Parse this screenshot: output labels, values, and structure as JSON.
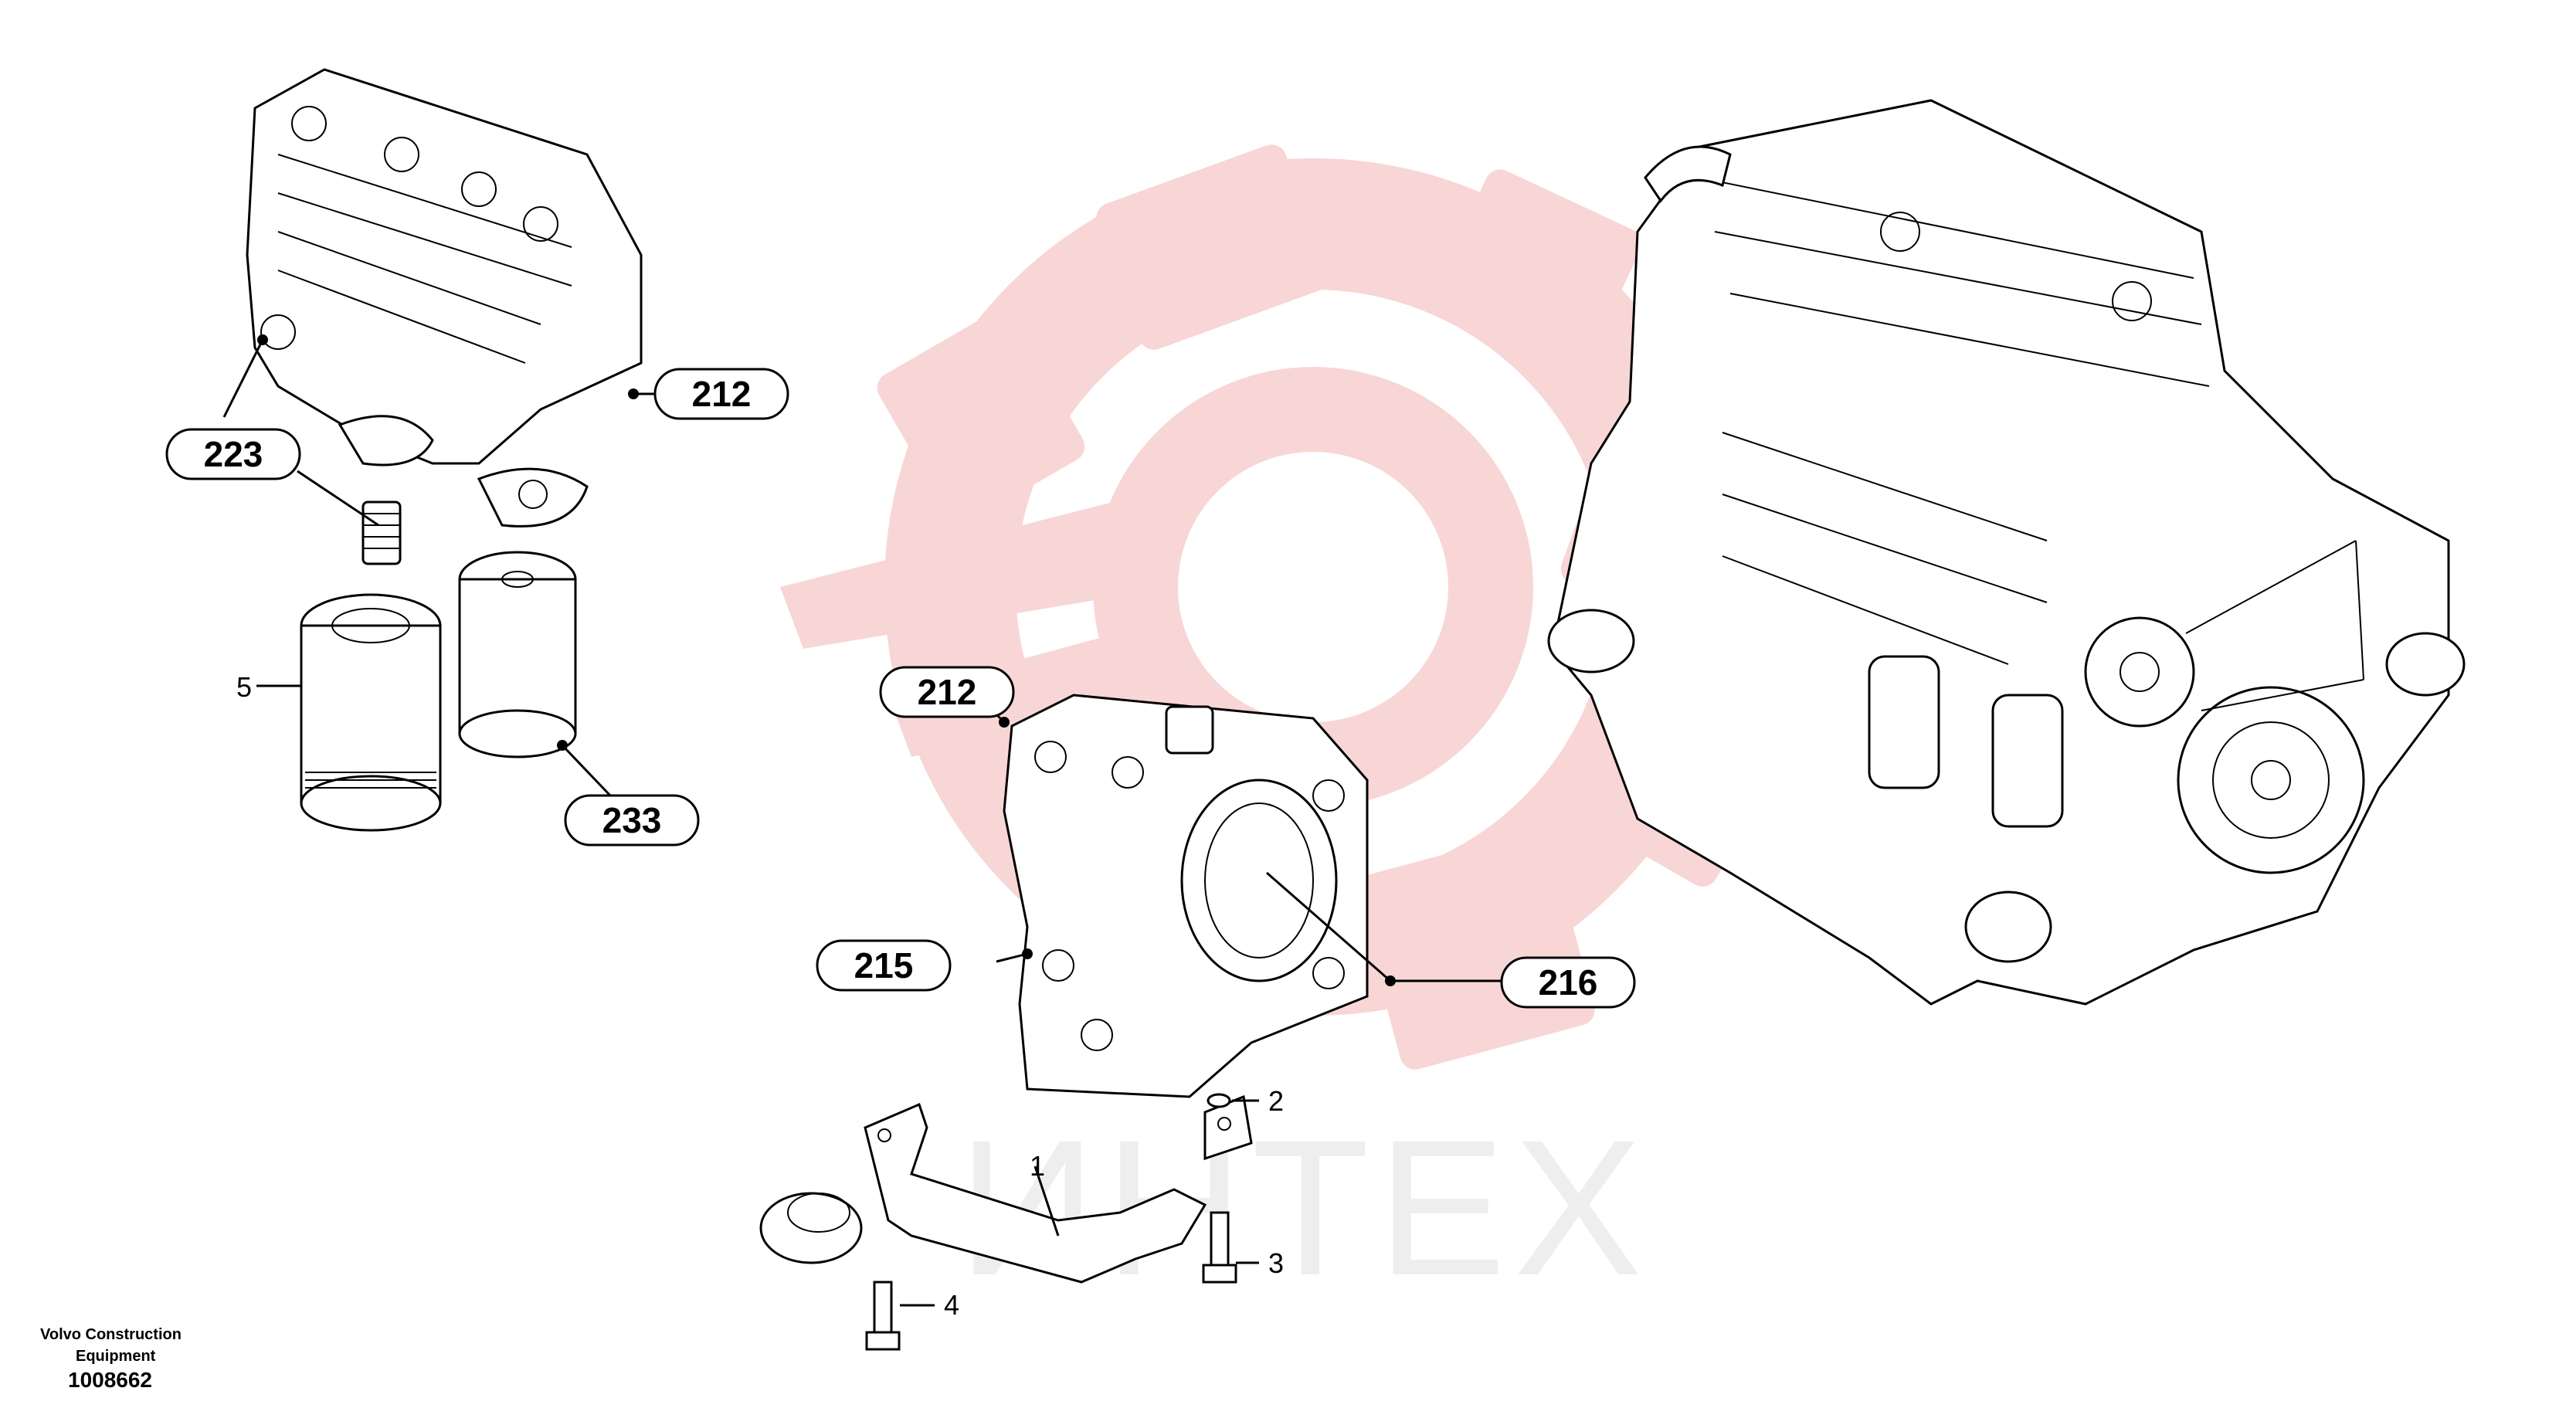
{
  "watermark": {
    "text": "ИНТЕХ",
    "color": "#f5c9c9"
  },
  "callouts": {
    "c223": "223",
    "c212a": "212",
    "c233": "233",
    "c212b": "212",
    "c215": "215",
    "c216": "216"
  },
  "labels": {
    "l5": "5",
    "l1": "1",
    "l2": "2",
    "l3": "3",
    "l4": "4"
  },
  "footer": {
    "company_line1": "Volvo Construction",
    "company_line2": "Equipment",
    "doc_number": "1008662"
  }
}
